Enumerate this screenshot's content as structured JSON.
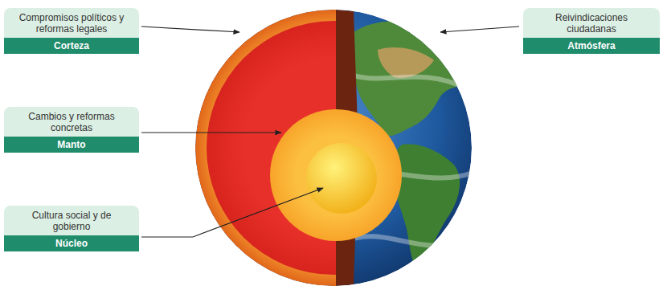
{
  "diagram": {
    "nodes": [
      {
        "text": [
          "Compromisos políticos y reformas legales",
          "Corteza"
        ]
      },
      {
        "text": [
          "Reivindicaciones ciudadanas",
          "Atmósfera"
        ]
      },
      {
        "text": [
          "Cambios y reformas concretas",
          "Manto"
        ]
      },
      {
        "text": [
          "Cultura social y de gobierno",
          "Núcleo"
        ]
      }
    ]
  }
}
